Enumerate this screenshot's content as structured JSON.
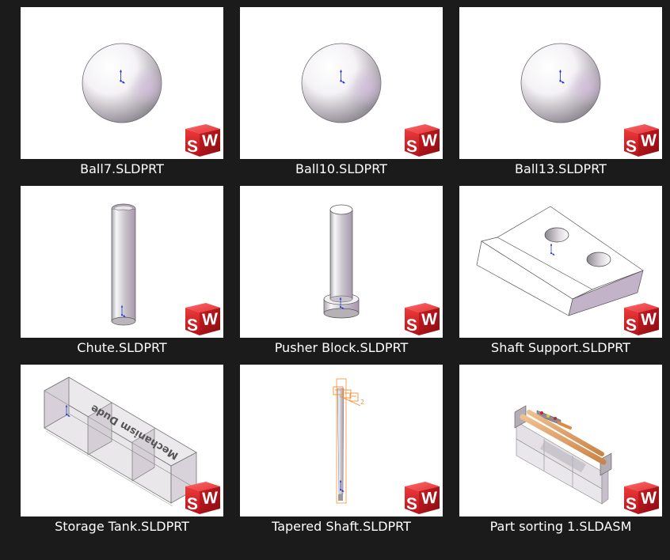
{
  "view": {
    "background_color": "#1b1b1b",
    "layout": "large-icons-grid",
    "columns": 3,
    "rows": 3
  },
  "file_type_badge": {
    "icon": "solidworks-icon",
    "text": "SW",
    "color": "#d9242b"
  },
  "files": [
    {
      "name": "Ball7.SLDPRT",
      "thumbnail": "sphere",
      "type": "part"
    },
    {
      "name": "Ball10.SLDPRT",
      "thumbnail": "sphere",
      "type": "part"
    },
    {
      "name": "Ball13.SLDPRT",
      "thumbnail": "sphere",
      "type": "part"
    },
    {
      "name": "Chute.SLDPRT",
      "thumbnail": "half-tube",
      "type": "part"
    },
    {
      "name": "Pusher Block.SLDPRT",
      "thumbnail": "cylinder-with-base",
      "type": "part"
    },
    {
      "name": "Shaft Support.SLDPRT",
      "thumbnail": "block-with-two-holes",
      "type": "part"
    },
    {
      "name": "Storage Tank.SLDPRT",
      "thumbnail": "compartment-box",
      "type": "part",
      "engraved_text": "Mechanism Dude"
    },
    {
      "name": "Tapered Shaft.SLDPRT",
      "thumbnail": "thin-shaft",
      "type": "part"
    },
    {
      "name": "Part sorting 1.SLDASM",
      "thumbnail": "assembly",
      "type": "assembly"
    }
  ]
}
